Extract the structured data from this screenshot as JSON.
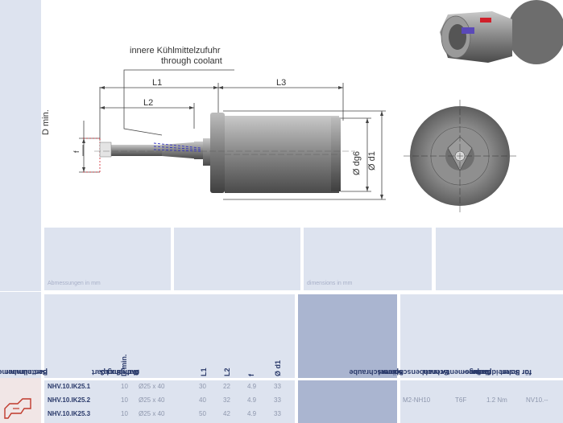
{
  "labels": {
    "coolant_de": "innere Kühlmittelzufuhr",
    "coolant_en": "through coolant",
    "l1": "L1",
    "l2": "L2",
    "l3": "L3",
    "d_min": "D min.",
    "f": "f",
    "dg6": "Ø dg6",
    "d1": "Ø d1"
  },
  "units": {
    "de": "Abmessungen in mm",
    "en": "dimensions in mm"
  },
  "headers": {
    "part_number": [
      "Bestellnummer",
      "part number"
    ],
    "d_min": "D min.",
    "clamp": [
      "Ø d g6 x L3",
      "Aufnahme",
      "clamping part"
    ],
    "l1": "L1",
    "l2": "L2",
    "f": "f",
    "d1": "Ø d1",
    "screw": [
      "Spannschraube",
      "screw"
    ],
    "wrench": [
      "Schraubenschlüssel",
      "wrench"
    ],
    "torque": [
      "Anzugs-",
      "drehmoment",
      "torque"
    ],
    "insert": [
      "für Schneidplatte",
      "for insert"
    ]
  },
  "table": {
    "rows": [
      {
        "part": "NHV.10.IK25.1",
        "dmin": "10",
        "clamp": "Ø25 x 40",
        "l1": "30",
        "l2": "22",
        "f": "4.9",
        "d1": "33"
      },
      {
        "part": "NHV.10.IK25.2",
        "dmin": "10",
        "clamp": "Ø25 x 40",
        "l1": "40",
        "l2": "32",
        "f": "4.9",
        "d1": "33"
      },
      {
        "part": "NHV.10.IK25.3",
        "dmin": "10",
        "clamp": "Ø25 x 40",
        "l1": "50",
        "l2": "42",
        "f": "4.9",
        "d1": "33"
      }
    ],
    "shared": {
      "screw": "M2-NH10",
      "wrench": "T6F",
      "torque": "1.2 Nm",
      "insert": "NV10.--"
    }
  },
  "colors": {
    "panel": "#dde3ef",
    "dark_panel": "#aab5d0",
    "header_text": "#2a3a6a",
    "accent_red": "#d0202a",
    "coolant": "#3030c0"
  }
}
